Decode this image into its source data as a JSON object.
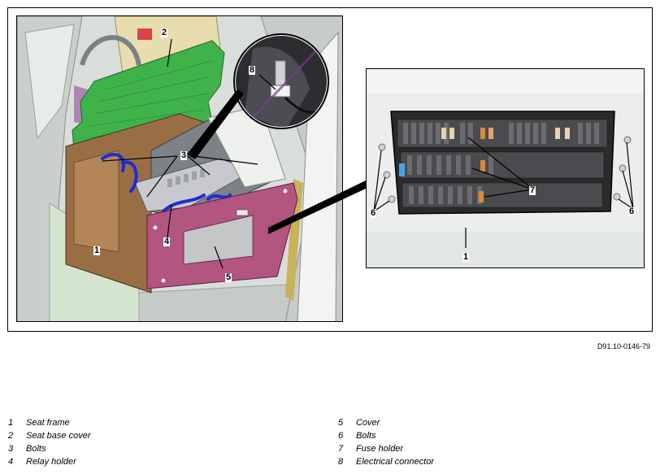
{
  "figure": {
    "code": "D91.10-0146-79"
  },
  "callouts": {
    "c1_main": "1",
    "c2": "2",
    "c3": "3",
    "c4": "4",
    "c5": "5",
    "c8": "8",
    "c1_detail": "1",
    "c6_left": "6",
    "c6_right": "6",
    "c7": "7"
  },
  "legend": {
    "left": [
      {
        "num": "1",
        "label": "Seat frame"
      },
      {
        "num": "2",
        "label": "Seat base cover"
      },
      {
        "num": "3",
        "label": "Bolts"
      },
      {
        "num": "4",
        "label": "Relay holder"
      }
    ],
    "right": [
      {
        "num": "5",
        "label": "Cover"
      },
      {
        "num": "6",
        "label": "Bolts"
      },
      {
        "num": "7",
        "label": "Fuse holder"
      },
      {
        "num": "8",
        "label": "Electrical connector"
      }
    ]
  },
  "colors": {
    "seat_frame": "#9a6e45",
    "seat_base_cover": "#3fb34a",
    "cover": "#b2557f",
    "relay_holder": "#c7c9ce",
    "wiring": "#1d2bd6",
    "fuse_holder": "#2b2b2b"
  }
}
